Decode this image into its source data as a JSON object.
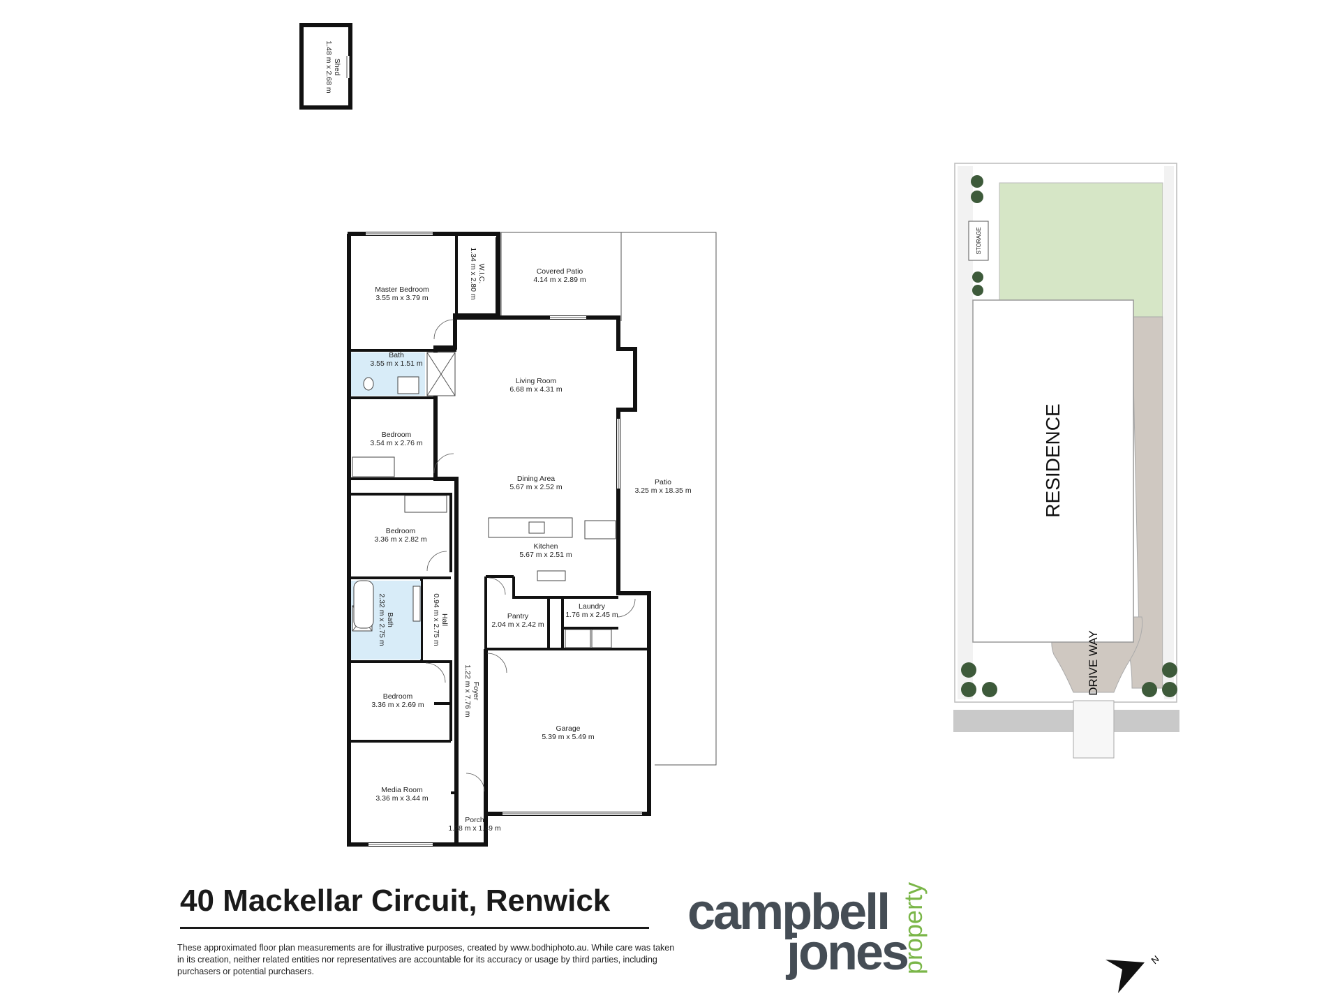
{
  "rooms": [
    {
      "name": "Shed",
      "size": "1.48 m x 2.68 m"
    },
    {
      "name": "Master Bedroom",
      "size": "3.55 m x 3.79 m"
    },
    {
      "name": "W.I.C.",
      "size": "1.34 m x 2.80 m"
    },
    {
      "name": "Covered Patio",
      "size": "4.14 m x 2.89 m"
    },
    {
      "name": "Bath",
      "size": "3.55 m x 1.51 m"
    },
    {
      "name": "Living Room",
      "size": "6.68 m x 4.31 m"
    },
    {
      "name": "Bedroom",
      "size": "3.54 m x 2.76 m"
    },
    {
      "name": "Dining Area",
      "size": "5.67 m x 2.52 m"
    },
    {
      "name": "Patio",
      "size": "3.25 m x 18.35 m"
    },
    {
      "name": "Bedroom",
      "size": "3.36 m x 2.82 m"
    },
    {
      "name": "Kitchen",
      "size": "5.67 m x 2.51 m"
    },
    {
      "name": "Bath",
      "size": "2.32 m x 2.75 m"
    },
    {
      "name": "Hall",
      "size": "0.94 m x 2.75 m"
    },
    {
      "name": "Pantry",
      "size": "2.04 m x 2.42 m"
    },
    {
      "name": "Laundry",
      "size": "1.76 m x 2.45 m"
    },
    {
      "name": "Foyer",
      "size": "1.22 m x 7.76 m"
    },
    {
      "name": "Bedroom",
      "size": "3.36 m x 2.69 m"
    },
    {
      "name": "Garage",
      "size": "5.39 m x 5.49 m"
    },
    {
      "name": "Media Room",
      "size": "3.36 m x 3.44 m"
    },
    {
      "name": "Porch",
      "size": "1.28 m x 1.49 m"
    }
  ],
  "site_plan": {
    "residence": "RESIDENCE",
    "driveway": "DRIVE WAY",
    "storage": "STORAGE"
  },
  "address": "40 Mackellar Circuit, Renwick",
  "disclaimer": "These approximated floor plan measurements are for illustrative purposes, created by www.bodhiphoto.au. While care was taken in its creation, neither related entities nor representatives are accountable for its accuracy or usage by third parties, including purchasers or potential purchasers.",
  "logo": {
    "line1": "campbell",
    "line2": "jones",
    "sub": "property"
  },
  "compass": {
    "label": "N"
  },
  "colors": {
    "wall": "#111111",
    "wet_area": "#d8ecf8",
    "lawn": "#d6e6c6",
    "paving": "#cfc8c1",
    "road": "#c9c9c9",
    "logo_grey": "#454d55",
    "logo_green": "#7ab648"
  }
}
